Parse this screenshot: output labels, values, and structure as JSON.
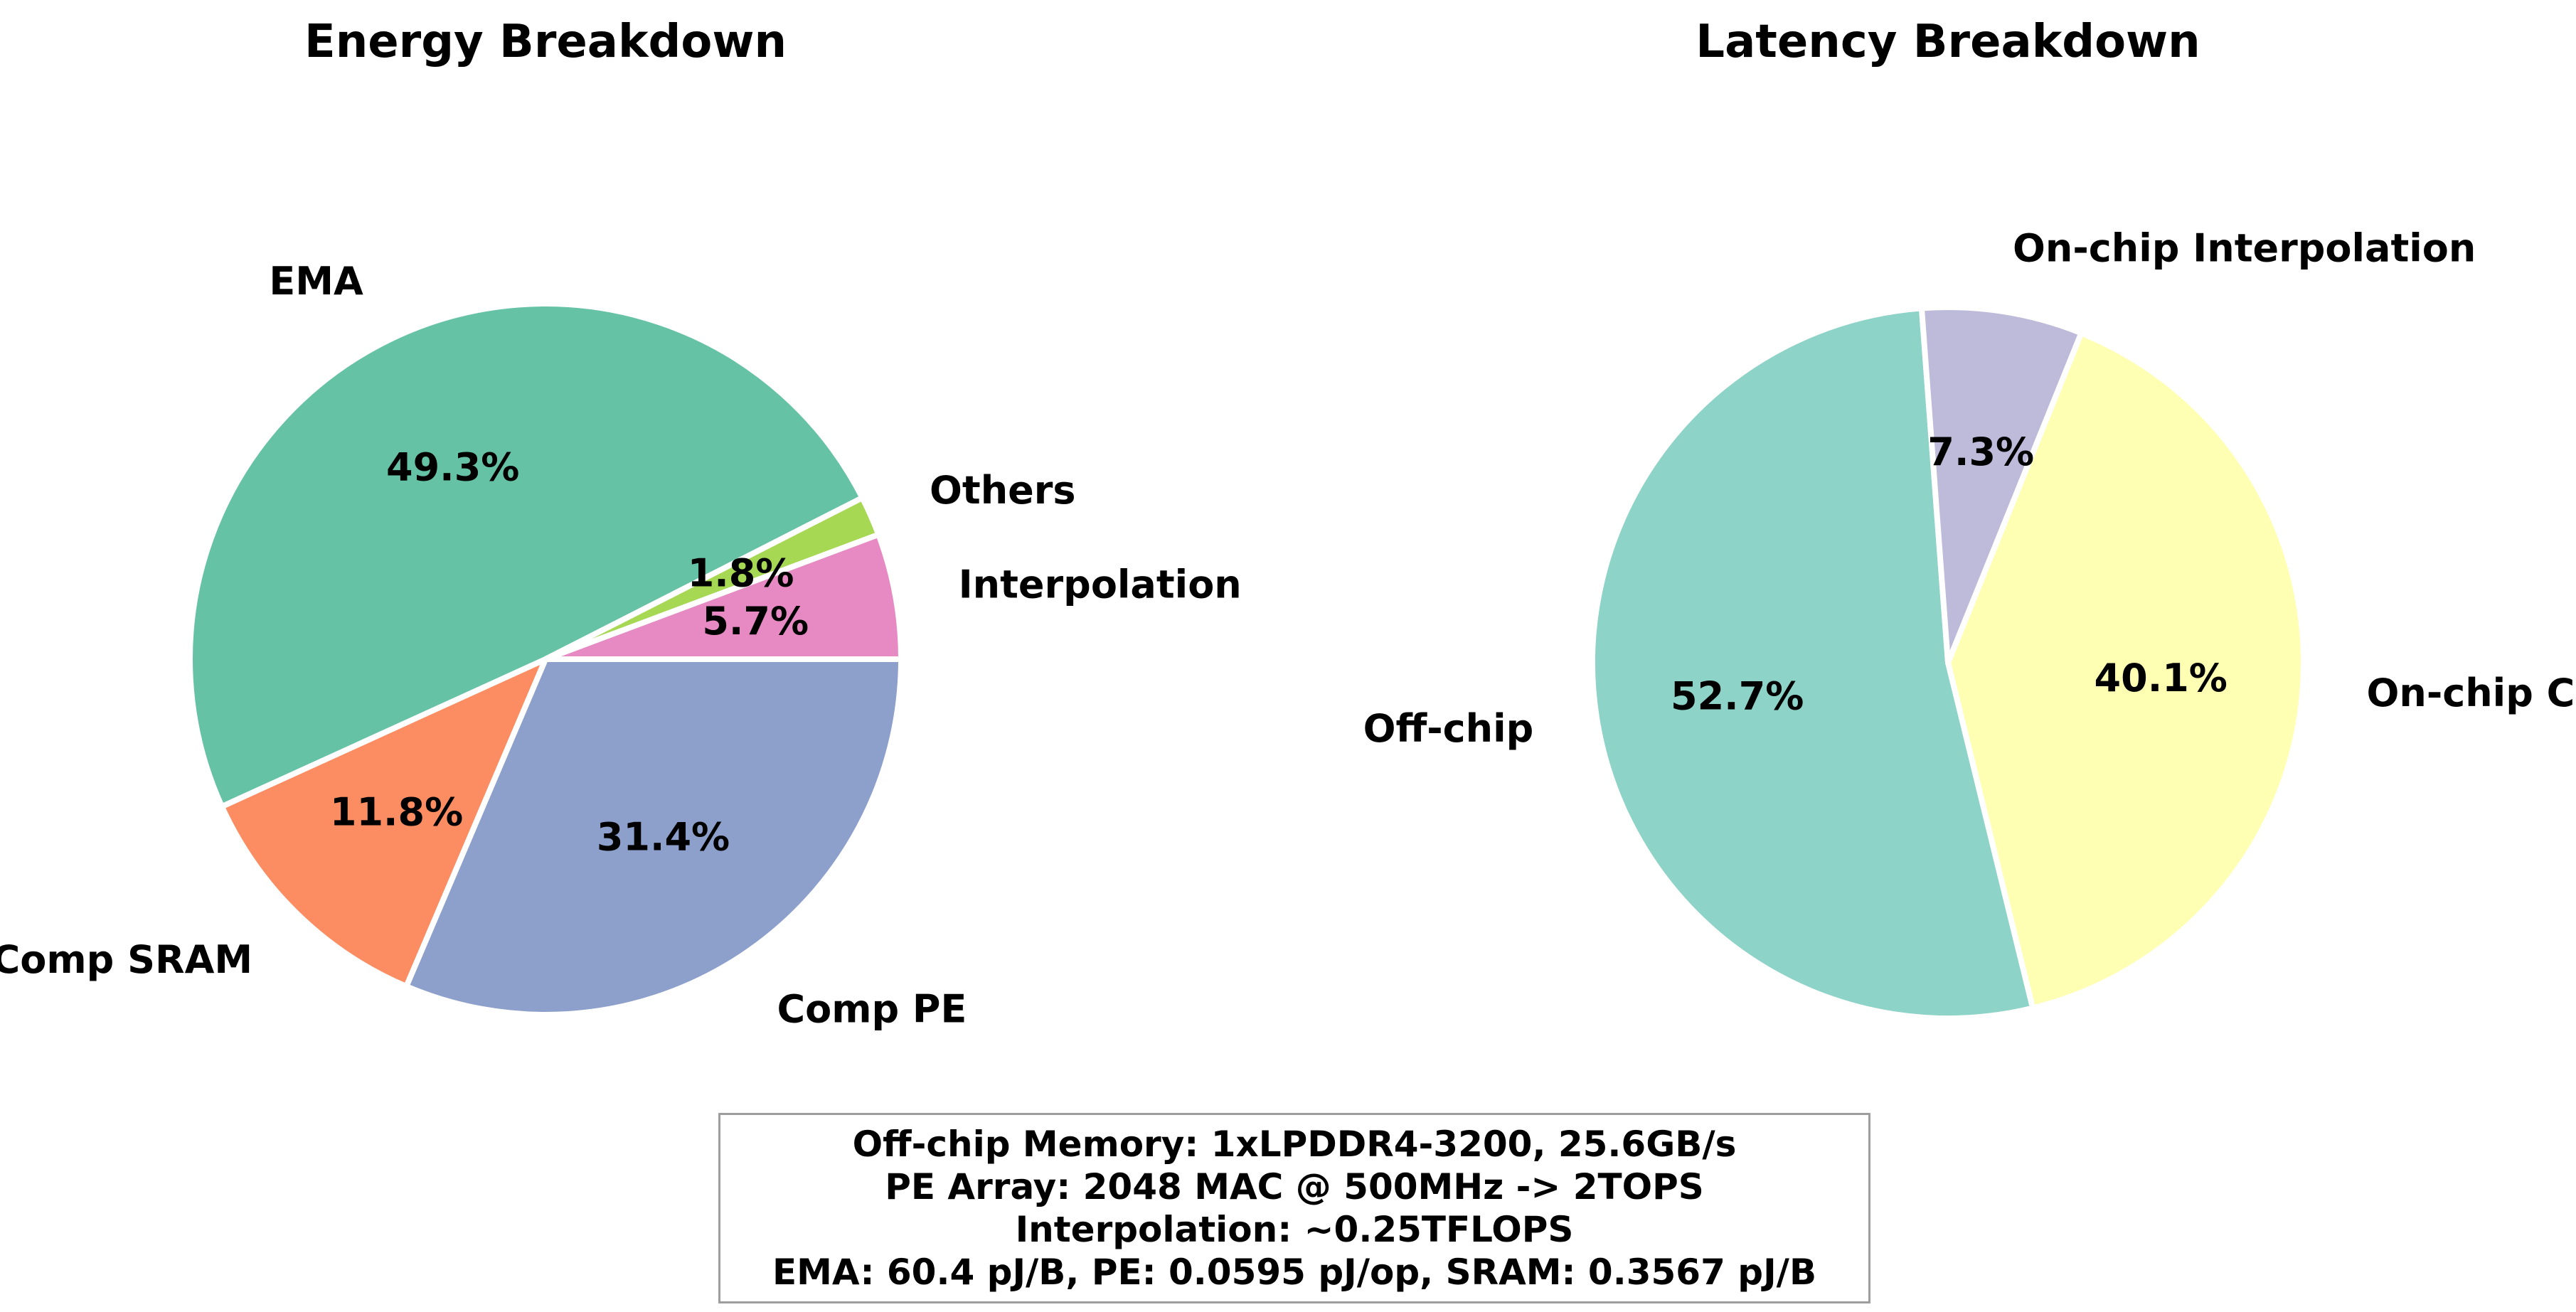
{
  "chart_data": [
    {
      "type": "pie",
      "title": "Energy Breakdown",
      "categories": [
        "Comp PE",
        "Comp SRAM",
        "EMA",
        "Others",
        "Interpolation"
      ],
      "values": [
        31.4,
        11.8,
        49.3,
        1.8,
        5.7
      ],
      "value_labels": [
        "31.4%",
        "11.8%",
        "49.3%",
        "1.8%",
        "5.7%"
      ],
      "colors": [
        "#8da0cb",
        "#fc8d62",
        "#66c2a5",
        "#a6d854",
        "#e78ac3"
      ],
      "start_angle_deg": 0,
      "direction": "clockwise",
      "edge_color": "#ffffff"
    },
    {
      "type": "pie",
      "title": "Latency Breakdown",
      "categories": [
        "On-chip Comp",
        "Off-chip",
        "On-chip Interpolation"
      ],
      "values": [
        40.1,
        52.7,
        7.3
      ],
      "value_labels": [
        "40.1%",
        "52.7%",
        "7.3%"
      ],
      "colors": [
        "#ffffb3",
        "#8dd3c7",
        "#bebada"
      ],
      "start_angle_deg": 68,
      "direction": "clockwise",
      "edge_color": "#ffffff"
    }
  ],
  "info_box": {
    "lines": [
      "Off-chip Memory: 1xLPDDR4-3200, 25.6GB/s",
      "PE Array: 2048 MAC @ 500MHz -> 2TOPS",
      "Interpolation: ~0.25TFLOPS",
      "EMA: 60.4 pJ/B, PE: 0.0595 pJ/op, SRAM: 0.3567 pJ/B"
    ]
  }
}
